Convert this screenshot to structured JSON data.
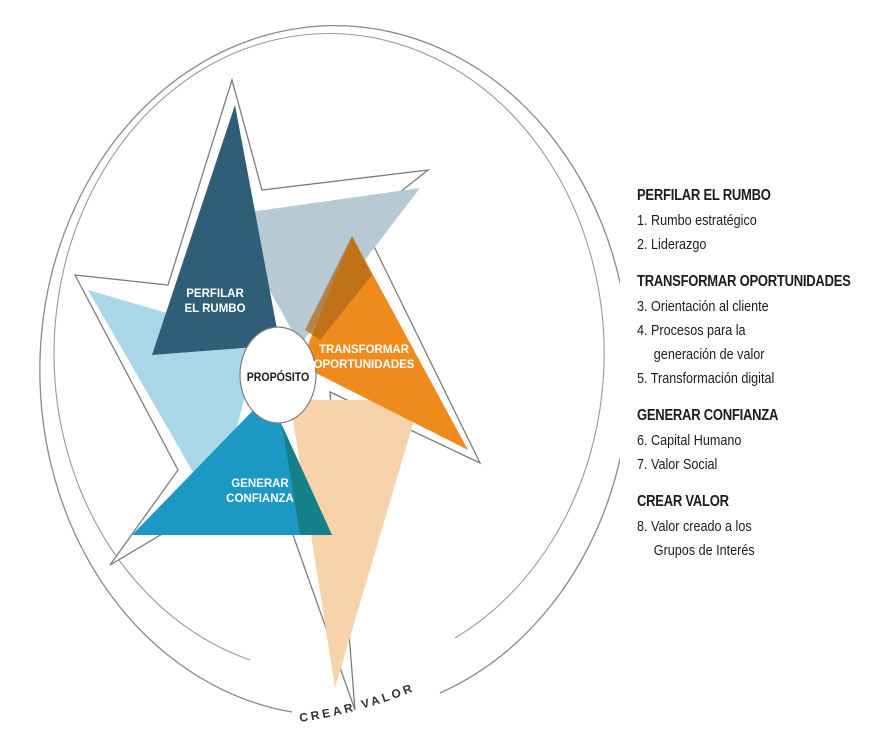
{
  "diagram": {
    "center_label": "PROPÓSITO",
    "outer_ring_label": "CREAR VALOR",
    "points": [
      {
        "id": "perfilar",
        "label_lines": [
          "PERFILAR",
          "EL RUMBO"
        ],
        "color": "#2e5f76",
        "shadow_color": "#b7cad3"
      },
      {
        "id": "transformar",
        "label_lines": [
          "TRANSFORMAR",
          "OPORTUNIDADES"
        ],
        "color": "#ef8a1c",
        "shadow_color": "#f7d3ab"
      },
      {
        "id": "generar",
        "label_lines": [
          "GENERAR",
          "CONFIANZA"
        ],
        "color": "#1b98c3",
        "shadow_color": "#a9d7e8"
      }
    ]
  },
  "legend": [
    {
      "heading": "PERFILAR EL RUMBO",
      "items": [
        {
          "lines": [
            "1. Rumbo estratégico"
          ]
        },
        {
          "lines": [
            "2. Liderazgo"
          ]
        }
      ]
    },
    {
      "heading": "TRANSFORMAR OPORTUNIDADES",
      "items": [
        {
          "lines": [
            "3. Orientación al cliente"
          ]
        },
        {
          "lines": [
            "4. Procesos para la",
            "generación de valor"
          ]
        },
        {
          "lines": [
            "5. Transformación digital"
          ]
        }
      ]
    },
    {
      "heading": "GENERAR CONFIANZA",
      "items": [
        {
          "lines": [
            "6. Capital Humano"
          ]
        },
        {
          "lines": [
            "7. Valor Social"
          ]
        }
      ]
    },
    {
      "heading": "CREAR VALOR",
      "items": [
        {
          "lines": [
            "8. Valor creado a los",
            "Grupos de Interés"
          ]
        }
      ]
    }
  ]
}
